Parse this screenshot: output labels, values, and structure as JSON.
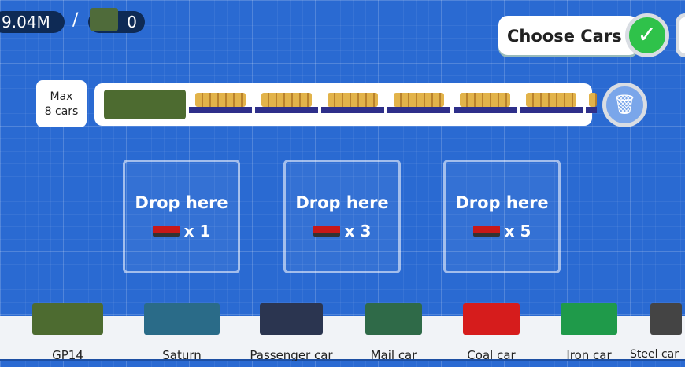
{
  "hud": {
    "money": "9.04M",
    "separator": "/",
    "trains": "0"
  },
  "choose_cars": {
    "label": "Choose Cars"
  },
  "max_cars": {
    "line1": "Max",
    "line2": "8 cars"
  },
  "drop_zones": [
    {
      "label": "Drop here",
      "mult": "x 1"
    },
    {
      "label": "Drop here",
      "mult": "x 3"
    },
    {
      "label": "Drop here",
      "mult": "x 5"
    }
  ],
  "shelf": [
    {
      "name": "GP14",
      "color": "#4d6b30"
    },
    {
      "name": "Saturn",
      "color": "#2a6b88"
    },
    {
      "name": "Passenger car",
      "color": "#2b3550"
    },
    {
      "name": "Mail car",
      "color": "#2f6a48"
    },
    {
      "name": "Coal car",
      "color": "#d61c1c"
    },
    {
      "name": "Iron car",
      "color": "#1f9a4a"
    },
    {
      "name": "Steel car",
      "color": "#444"
    }
  ]
}
